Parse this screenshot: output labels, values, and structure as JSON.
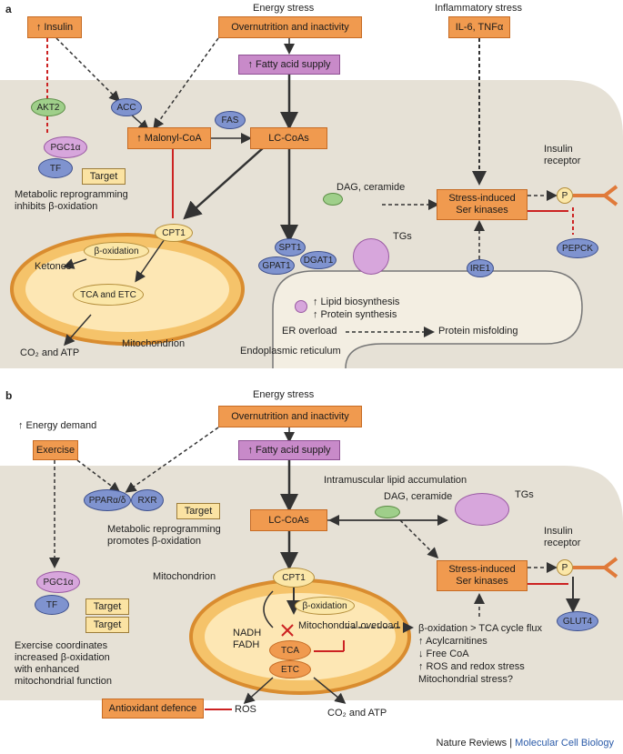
{
  "panel_a": {
    "letter": "a",
    "energy_stress": "Energy stress",
    "inflammatory_stress": "Inflammatory stress",
    "insulin": "↑ Insulin",
    "overnutrition": "Overnutrition and inactivity",
    "il6": "IL-6, TNFα",
    "fatty_acid_supply": "↑ Fatty acid supply",
    "akt2": "AKT2",
    "acc": "ACC",
    "fas": "FAS",
    "malonyl": "↑ Malonyl-CoA",
    "lccoas": "LC-CoAs",
    "pgc1a": "PGC1α",
    "tf": "TF",
    "target": "Target",
    "metabolic_note": "Metabolic reprogramming\ninhibits β-oxidation",
    "dag": "DAG, ceramide",
    "stress_kinases": "Stress-induced\nSer kinases",
    "insulin_receptor": "Insulin\nreceptor",
    "p": "P",
    "pepck": "PEPCK",
    "cpt1": "CPT1",
    "boxidation": "β-oxidation",
    "ketones": "Ketones",
    "tca_etc": "TCA and ETC",
    "co2_atp": "CO₂ and ATP",
    "mitochondrion": "Mitochondrion",
    "spt1": "SPT1",
    "gpat1": "GPAT1",
    "dgat1": "DGAT1",
    "tgs": "TGs",
    "ire1": "IRE1",
    "lipid_bio": "↑ Lipid biosynthesis",
    "protein_syn": "↑ Protein synthesis",
    "er_overload": "ER overload",
    "protein_misfolding": "Protein misfolding",
    "er": "Endoplasmic reticulum"
  },
  "panel_b": {
    "letter": "b",
    "energy_stress": "Energy stress",
    "energy_demand": "↑ Energy demand",
    "exercise": "Exercise",
    "overnutrition": "Overnutrition and inactivity",
    "fatty_acid_supply": "↑ Fatty acid supply",
    "ppar": "PPARα/δ",
    "rxr": "RXR",
    "target": "Target",
    "metabolic_note": "Metabolic reprogramming\npromotes β-oxidation",
    "intramuscular": "Intramuscular lipid accumulation",
    "dag": "DAG, ceramide",
    "tgs": "TGs",
    "lccoas": "LC-CoAs",
    "stress_kinases": "Stress-induced\nSer kinases",
    "insulin_receptor": "Insulin\nreceptor",
    "p": "P",
    "glut4": "GLUT4",
    "pgc1a": "PGC1α",
    "tf": "TF",
    "target2": "Target",
    "exercise_note": "Exercise coordinates\nincreased β-oxidation\nwith enhanced\nmitochondrial function",
    "mitochondrion": "Mitochondrion",
    "cpt1": "CPT1",
    "boxidation": "β-oxidation",
    "mito_overload": "Mitochondrial overload",
    "nadh": "NADH\nFADH",
    "tca": "TCA",
    "etc": "ETC",
    "flux_list": "β-oxidation > TCA cycle flux\n↑ Acylcarnitines\n↓ Free CoA\n↑ ROS and redox stress\nMitochondrial stress?",
    "antioxidant": "Antioxidant defence",
    "ros": "ROS",
    "co2_atp": "CO₂ and ATP"
  },
  "footer": {
    "publisher": "Nature Reviews",
    "separator": " | ",
    "journal": "Molecular Cell Biology"
  }
}
